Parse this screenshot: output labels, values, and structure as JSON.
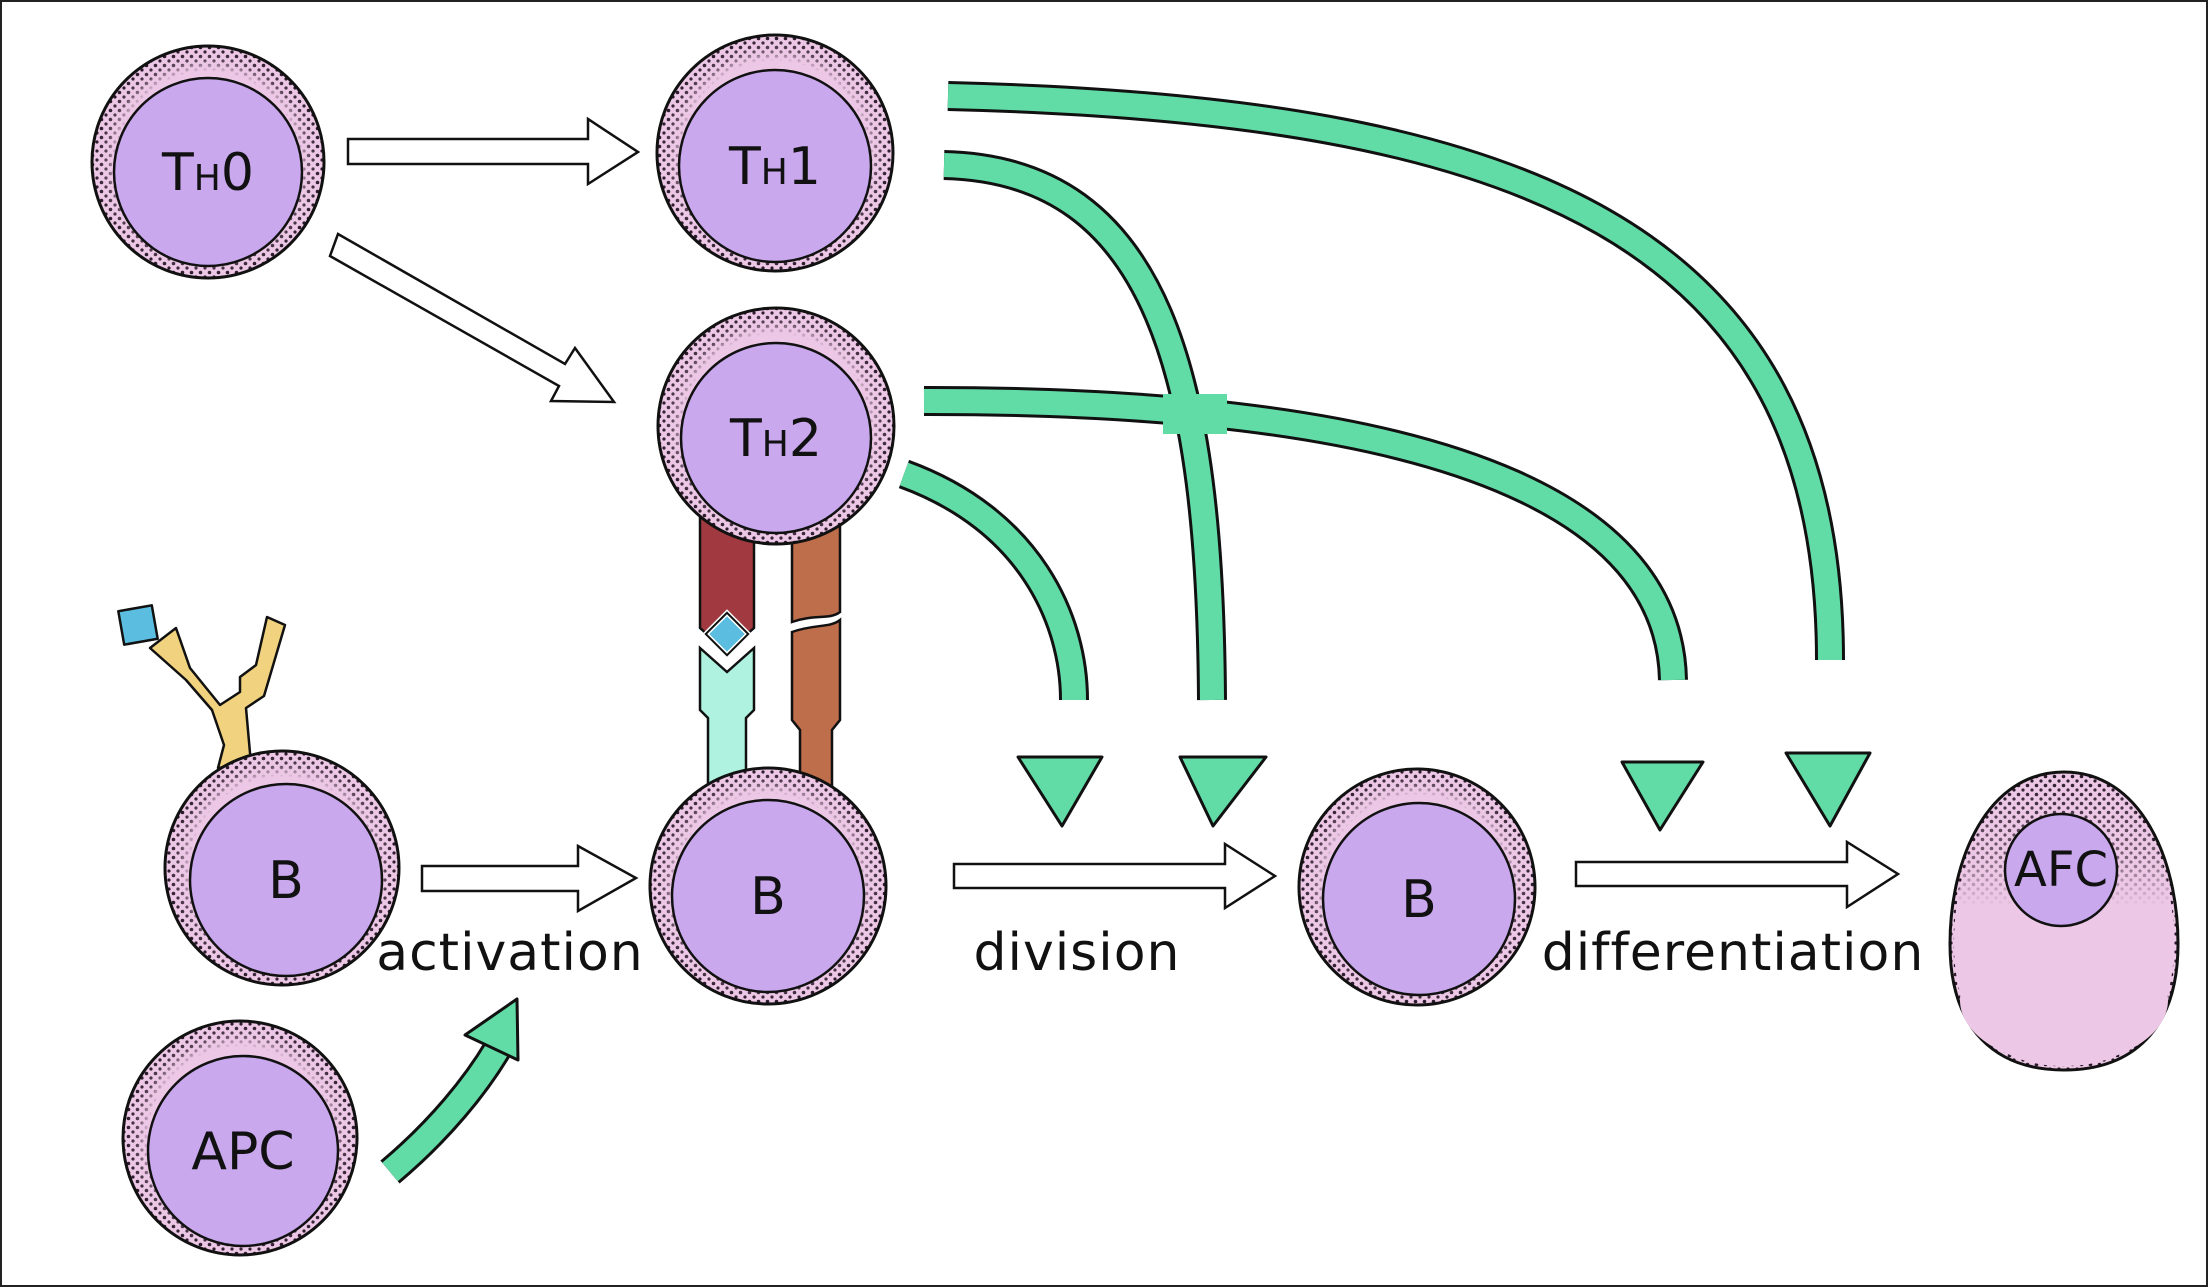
{
  "cells": {
    "th0": {
      "main": "T",
      "sub": "H",
      "suffix": "0"
    },
    "th1": {
      "main": "T",
      "sub": "H",
      "suffix": "1"
    },
    "th2": {
      "main": "T",
      "sub": "H",
      "suffix": "2"
    },
    "b_naive": "B",
    "b_activated": "B",
    "b_divided": "B",
    "apc": "APC",
    "afc": "AFC"
  },
  "processes": {
    "activation": "activation",
    "division": "division",
    "differentiation": "differentiation"
  },
  "colors": {
    "nucleus": "#c9a8ee",
    "cytoplasm": "#edc8e6",
    "signal_arrow": "#62dca6",
    "antibody": "#f1d27f",
    "antigen": "#5bbde0",
    "tcr_dark": "#a03a40",
    "costim": "#bf6e4c",
    "mhc": "#aef2df"
  }
}
